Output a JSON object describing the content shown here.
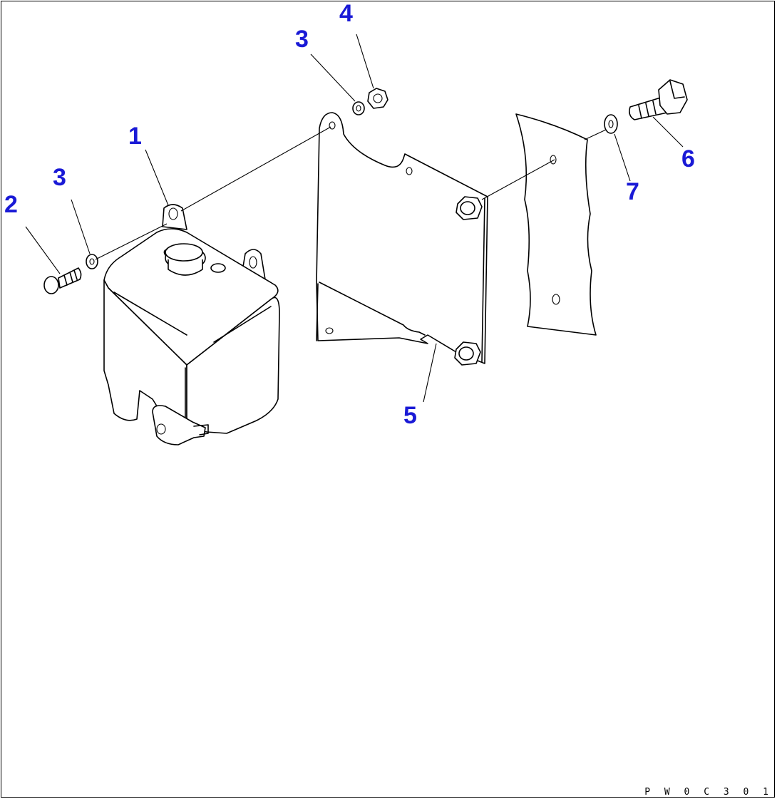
{
  "callouts": {
    "c1": "1",
    "c2": "2",
    "c3a": "3",
    "c3b": "3",
    "c4": "4",
    "c5": "5",
    "c6": "6",
    "c7": "7"
  },
  "figure_code": "P W 0 C 3 0 1",
  "colors": {
    "callout": "#1a1ad6",
    "line": "#000000",
    "background": "#ffffff"
  }
}
